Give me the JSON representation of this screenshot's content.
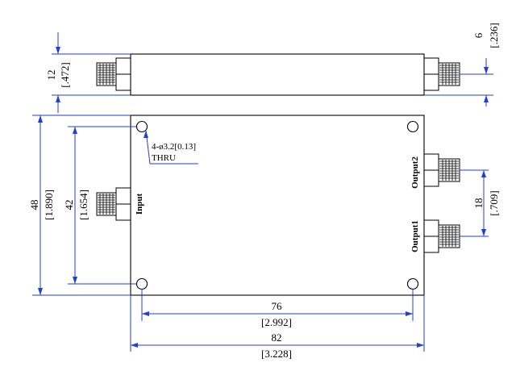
{
  "dimensions": {
    "thickness_mm": "12",
    "thickness_in": "[.472]",
    "connector_offset_mm": "6",
    "connector_offset_in": "[.236]",
    "height_mm": "48",
    "height_in": "[1.890]",
    "hole_vspacing_mm": "42",
    "hole_vspacing_in": "[1.654]",
    "hole_hspacing_mm": "76",
    "hole_hspacing_in": "[2.992]",
    "width_mm": "82",
    "width_in": "[3.228]",
    "output_spacing_mm": "18",
    "output_spacing_in": "[.709]"
  },
  "callout": {
    "hole_spec": "4-ø3.2[0.13]",
    "thru": "THRU"
  },
  "ports": {
    "input": "Input",
    "output1": "Output1",
    "output2": "Output2"
  },
  "colors": {
    "dimension_lines": "#1f3fd8",
    "outline": "#000000"
  }
}
